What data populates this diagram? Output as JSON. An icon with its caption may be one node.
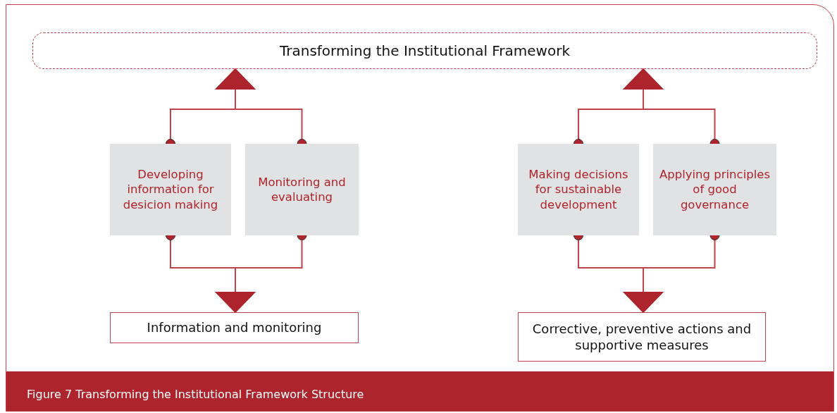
{
  "diagram": {
    "caption": "Figure 7 Transforming the Institutional Framework Structure",
    "nodes": [
      {
        "text": [
          "Transforming the Institutional Framework"
        ]
      },
      {
        "text": [
          "Developing information for desicion making"
        ]
      },
      {
        "text": [
          "Monitoring and evaluating"
        ]
      },
      {
        "text": [
          "Making decisions for sustainable development"
        ]
      },
      {
        "text": [
          "Applying principles of good governance"
        ]
      },
      {
        "text": [
          "Information and monitoring"
        ]
      },
      {
        "text": [
          "Corrective, preventive actions and supportive measures"
        ]
      }
    ],
    "edges": [
      {
        "from": 1,
        "to": 0,
        "arrow": "to"
      },
      {
        "from": 2,
        "to": 0,
        "arrow": "to"
      },
      {
        "from": 3,
        "to": 0,
        "arrow": "to"
      },
      {
        "from": 4,
        "to": 0,
        "arrow": "to"
      },
      {
        "from": 1,
        "to": 5,
        "arrow": "to"
      },
      {
        "from": 2,
        "to": 5,
        "arrow": "to"
      },
      {
        "from": 3,
        "to": 6,
        "arrow": "to"
      },
      {
        "from": 4,
        "to": 6,
        "arrow": "to"
      }
    ]
  }
}
